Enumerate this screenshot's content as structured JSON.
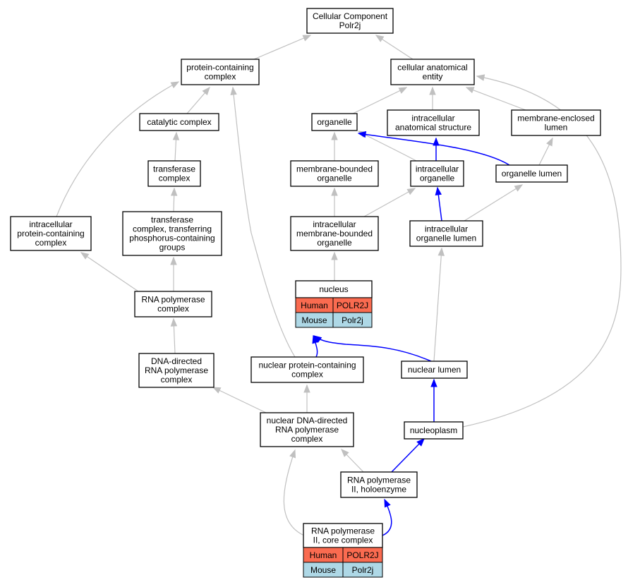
{
  "colors": {
    "is_a_edge": "#c0c0c0",
    "part_of_edge": "#0000ff",
    "human_cell": "#fa6b50",
    "mouse_cell": "#aed8e6"
  },
  "nodes": {
    "root": [
      "Cellular Component",
      "Polr2j"
    ],
    "protein_containing_complex": [
      "protein-containing",
      "complex"
    ],
    "cellular_anatomical_entity": [
      "cellular anatomical",
      "entity"
    ],
    "catalytic_complex": [
      "catalytic complex"
    ],
    "organelle": [
      "organelle"
    ],
    "intracellular_anatomical_structure": [
      "intracellular",
      "anatomical structure"
    ],
    "membrane_enclosed_lumen": [
      "membrane-enclosed",
      "lumen"
    ],
    "transferase_complex": [
      "transferase",
      "complex"
    ],
    "membrane_bounded_organelle": [
      "membrane-bounded",
      "organelle"
    ],
    "intracellular_organelle": [
      "intracellular",
      "organelle"
    ],
    "organelle_lumen": [
      "organelle lumen"
    ],
    "intracellular_protein_containing_complex": [
      "intracellular",
      "protein-containing",
      "complex"
    ],
    "transferase_complex_phosphorus": [
      "transferase",
      "complex, transferring",
      "phosphorus-containing",
      "groups"
    ],
    "intracellular_membrane_bounded_organelle": [
      "intracellular",
      "membrane-bounded",
      "organelle"
    ],
    "intracellular_organelle_lumen": [
      "intracellular",
      "organelle lumen"
    ],
    "rna_polymerase_complex": [
      "RNA polymerase",
      "complex"
    ],
    "nucleus": [
      "nucleus"
    ],
    "dna_directed_rna_polymerase_complex": [
      "DNA-directed",
      "RNA polymerase",
      "complex"
    ],
    "nuclear_protein_containing_complex": [
      "nuclear protein-containing",
      "complex"
    ],
    "nuclear_lumen": [
      "nuclear lumen"
    ],
    "nuclear_dna_directed_rna_polymerase_complex": [
      "nuclear DNA-directed",
      "RNA polymerase",
      "complex"
    ],
    "nucleoplasm": [
      "nucleoplasm"
    ],
    "rna_polymerase_ii_holoenzyme": [
      "RNA polymerase",
      "II, holoenzyme"
    ],
    "rna_polymerase_ii_core_complex": [
      "RNA polymerase",
      "II, core complex"
    ]
  },
  "orthologs": {
    "nucleus": [
      [
        "Human",
        "POLR2J"
      ],
      [
        "Mouse",
        "Polr2j"
      ]
    ],
    "rna_polymerase_ii_core_complex": [
      [
        "Human",
        "POLR2J"
      ],
      [
        "Mouse",
        "Polr2j"
      ]
    ]
  },
  "edges": [
    {
      "from": "protein_containing_complex",
      "to": "root",
      "kind": "is_a"
    },
    {
      "from": "cellular_anatomical_entity",
      "to": "root",
      "kind": "is_a"
    },
    {
      "from": "catalytic_complex",
      "to": "protein_containing_complex",
      "kind": "is_a"
    },
    {
      "from": "organelle",
      "to": "cellular_anatomical_entity",
      "kind": "is_a"
    },
    {
      "from": "intracellular_anatomical_structure",
      "to": "cellular_anatomical_entity",
      "kind": "is_a"
    },
    {
      "from": "membrane_enclosed_lumen",
      "to": "cellular_anatomical_entity",
      "kind": "is_a"
    },
    {
      "from": "transferase_complex",
      "to": "catalytic_complex",
      "kind": "is_a"
    },
    {
      "from": "membrane_bounded_organelle",
      "to": "organelle",
      "kind": "is_a"
    },
    {
      "from": "intracellular_organelle",
      "to": "organelle",
      "kind": "is_a"
    },
    {
      "from": "intracellular_organelle",
      "to": "intracellular_anatomical_structure",
      "kind": "part_of"
    },
    {
      "from": "organelle_lumen",
      "to": "organelle",
      "kind": "part_of"
    },
    {
      "from": "organelle_lumen",
      "to": "membrane_enclosed_lumen",
      "kind": "is_a"
    },
    {
      "from": "intracellular_protein_containing_complex",
      "to": "protein_containing_complex",
      "kind": "is_a"
    },
    {
      "from": "transferase_complex_phosphorus",
      "to": "transferase_complex",
      "kind": "is_a"
    },
    {
      "from": "intracellular_membrane_bounded_organelle",
      "to": "membrane_bounded_organelle",
      "kind": "is_a"
    },
    {
      "from": "intracellular_membrane_bounded_organelle",
      "to": "intracellular_organelle",
      "kind": "is_a"
    },
    {
      "from": "intracellular_organelle_lumen",
      "to": "intracellular_organelle",
      "kind": "part_of"
    },
    {
      "from": "intracellular_organelle_lumen",
      "to": "organelle_lumen",
      "kind": "is_a"
    },
    {
      "from": "rna_polymerase_complex",
      "to": "transferase_complex_phosphorus",
      "kind": "is_a"
    },
    {
      "from": "rna_polymerase_complex",
      "to": "intracellular_protein_containing_complex",
      "kind": "is_a"
    },
    {
      "from": "nucleus",
      "to": "intracellular_membrane_bounded_organelle",
      "kind": "is_a"
    },
    {
      "from": "dna_directed_rna_polymerase_complex",
      "to": "rna_polymerase_complex",
      "kind": "is_a"
    },
    {
      "from": "nuclear_protein_containing_complex",
      "to": "protein_containing_complex",
      "kind": "is_a"
    },
    {
      "from": "nuclear_protein_containing_complex",
      "to": "nucleus",
      "kind": "part_of"
    },
    {
      "from": "nuclear_lumen",
      "to": "nucleus",
      "kind": "part_of"
    },
    {
      "from": "nuclear_lumen",
      "to": "intracellular_organelle_lumen",
      "kind": "is_a"
    },
    {
      "from": "nuclear_dna_directed_rna_polymerase_complex",
      "to": "dna_directed_rna_polymerase_complex",
      "kind": "is_a"
    },
    {
      "from": "nuclear_dna_directed_rna_polymerase_complex",
      "to": "nuclear_protein_containing_complex",
      "kind": "is_a"
    },
    {
      "from": "nucleoplasm",
      "to": "nuclear_lumen",
      "kind": "part_of"
    },
    {
      "from": "nucleoplasm",
      "to": "cellular_anatomical_entity",
      "kind": "is_a"
    },
    {
      "from": "rna_polymerase_ii_holoenzyme",
      "to": "nuclear_dna_directed_rna_polymerase_complex",
      "kind": "is_a"
    },
    {
      "from": "rna_polymerase_ii_holoenzyme",
      "to": "nucleoplasm",
      "kind": "part_of"
    },
    {
      "from": "rna_polymerase_ii_core_complex",
      "to": "nuclear_dna_directed_rna_polymerase_complex",
      "kind": "is_a"
    },
    {
      "from": "rna_polymerase_ii_core_complex",
      "to": "rna_polymerase_ii_holoenzyme",
      "kind": "part_of"
    }
  ]
}
